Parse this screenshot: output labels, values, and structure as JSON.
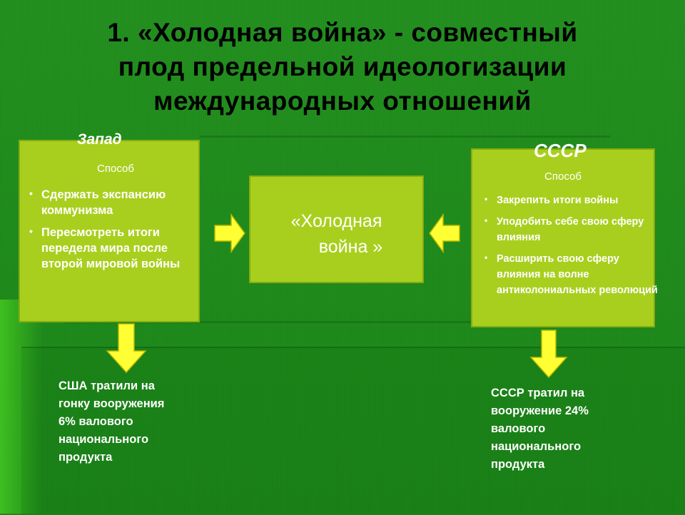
{
  "title": {
    "line1": "1. «Холодная война» - совместный",
    "line2": "плод предельной идеологизации",
    "line3": "международных отношений"
  },
  "west": {
    "heading": "Запад",
    "method_label": "Способ",
    "items": [
      "Сдержать экспансию коммунизма",
      "Пересмотреть итоги передела мира после второй мировой войны"
    ]
  },
  "center": {
    "line1": "«Холодная",
    "line2": "война »"
  },
  "ussr": {
    "heading": "СССР",
    "method_label": "Способ",
    "items": [
      "Закрепить итоги войны",
      "Уподобить себе свою сферу влияния",
      "Расширить свою сферу влияния на волне антиколониальных революций"
    ]
  },
  "usa_note": {
    "line1": "США тратили на",
    "line2": "гонку вооружения",
    "line3": "6% валового",
    "line4": "национального",
    "line5": "продукта"
  },
  "ussr_note": {
    "line1": "СССР тратил на",
    "line2": "вооружение 24%",
    "line3": "валового",
    "line4": "национального",
    "line5": "продукта"
  },
  "colors": {
    "background": "#1f8a1c",
    "box_fill": "#a9cf1e",
    "arrow_fill": "#ffff33",
    "text": "#ffffff",
    "title_text": "#000000"
  }
}
